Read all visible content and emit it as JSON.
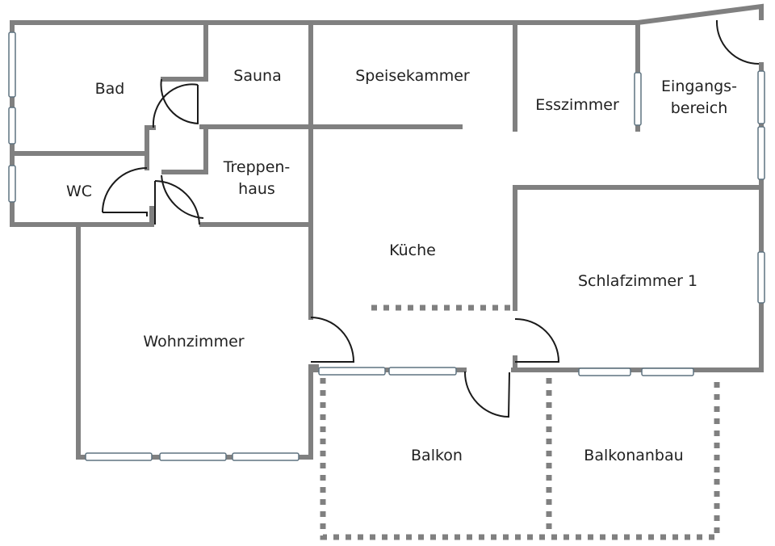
{
  "floorplan": {
    "rooms": [
      {
        "id": "bad",
        "lines": [
          "Bad"
        ]
      },
      {
        "id": "sauna",
        "lines": [
          "Sauna"
        ]
      },
      {
        "id": "speisekammer",
        "lines": [
          "Speisekammer"
        ]
      },
      {
        "id": "esszimmer",
        "lines": [
          "Esszimmer"
        ]
      },
      {
        "id": "eingangsbereich",
        "lines": [
          "Eingangs-",
          "bereich"
        ]
      },
      {
        "id": "wc",
        "lines": [
          "WC"
        ]
      },
      {
        "id": "treppenhaus",
        "lines": [
          "Treppen-",
          "haus"
        ]
      },
      {
        "id": "kueche",
        "lines": [
          "Küche"
        ]
      },
      {
        "id": "schlafzimmer-1",
        "lines": [
          "Schlafzimmer 1"
        ]
      },
      {
        "id": "wohnzimmer",
        "lines": [
          "Wohnzimmer"
        ]
      },
      {
        "id": "balkon",
        "lines": [
          "Balkon"
        ]
      },
      {
        "id": "balkonanbau",
        "lines": [
          "Balkonanbau"
        ]
      }
    ],
    "colors": {
      "wall": "#808080",
      "door": "#1a1a1a",
      "window_frame": "#5f7380",
      "text": "#222222"
    }
  }
}
